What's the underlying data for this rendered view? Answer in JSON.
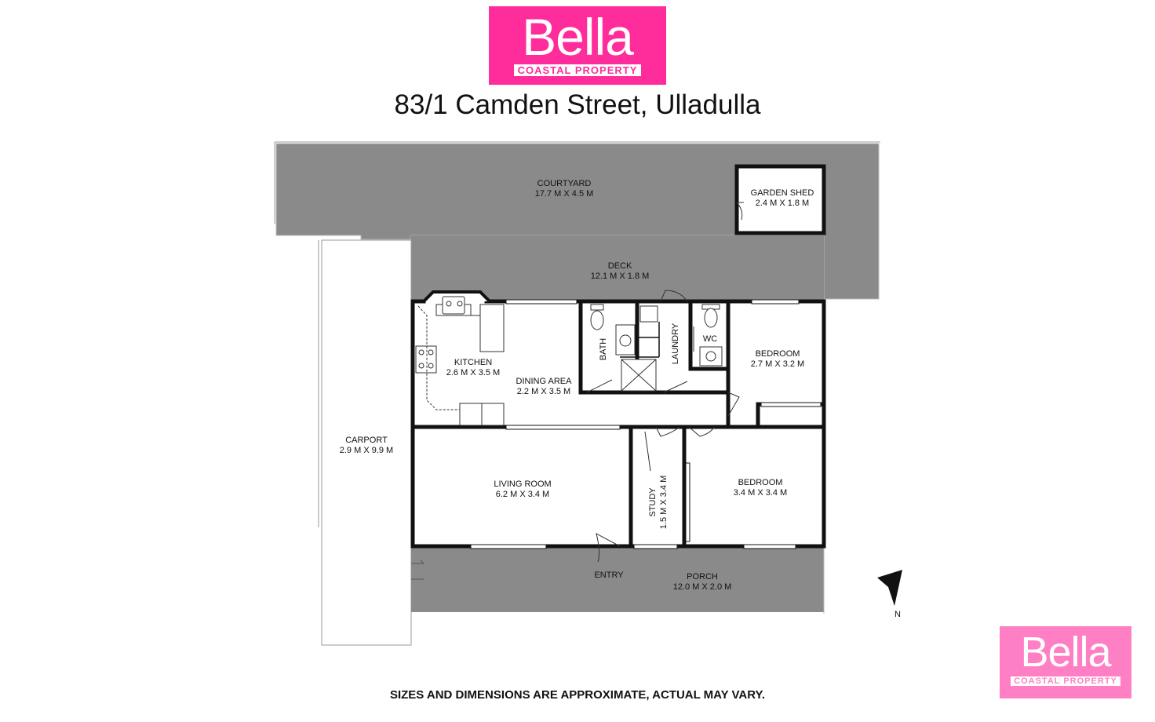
{
  "brand": {
    "name": "Bella",
    "tagline": "COASTAL PROPERTY",
    "color": "#ff2d9b"
  },
  "address": "83/1 Camden Street, Ulladulla",
  "disclaimer": "SIZES AND DIMENSIONS ARE APPROXIMATE, ACTUAL MAY VARY.",
  "compass": {
    "label": "N",
    "icon": "north-arrow-icon"
  },
  "rooms": {
    "courtyard": {
      "name": "COURTYARD",
      "size": "17.7 M X 4.5 M"
    },
    "garden_shed": {
      "name": "GARDEN SHED",
      "size": "2.4 M X 1.8 M"
    },
    "deck": {
      "name": "DECK",
      "size": "12.1 M X 1.8 M"
    },
    "kitchen": {
      "name": "KITCHEN",
      "size": "2.6 M X 3.5 M"
    },
    "dining": {
      "name": "DINING AREA",
      "size": "2.2 M X 3.5 M"
    },
    "bath": {
      "name": "BATH"
    },
    "laundry": {
      "name": "LAUNDRY"
    },
    "wc": {
      "name": "WC"
    },
    "bedroom1": {
      "name": "BEDROOM",
      "size": "2.7 M X 3.2 M"
    },
    "carport": {
      "name": "CARPORT",
      "size": "2.9 M X 9.9 M"
    },
    "living": {
      "name": "LIVING ROOM",
      "size": "6.2 M X 3.4 M"
    },
    "study": {
      "name": "STUDY",
      "size": "1.5 M X 3.4 M"
    },
    "bedroom2": {
      "name": "BEDROOM",
      "size": "3.4 M X 3.4 M"
    },
    "entry": {
      "name": "ENTRY"
    },
    "porch": {
      "name": "PORCH",
      "size": "12.0 M X 2.0 M"
    }
  }
}
